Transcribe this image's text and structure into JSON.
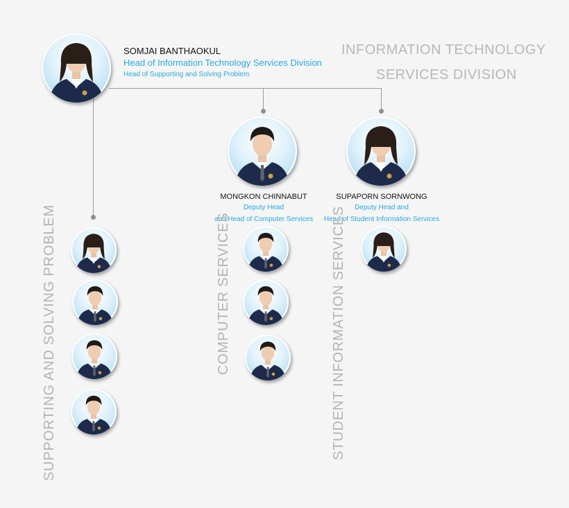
{
  "header": {
    "title_line1": "INFORMATION TECHNOLOGY",
    "title_line2": "SERVICES DIVISION"
  },
  "head": {
    "name": "SOMJAI BANTHAOKUL",
    "role1": "Head of Information Technology Services Division",
    "role2": "Head of Supporting and Solving Problem",
    "gender": "female"
  },
  "deputies": [
    {
      "name": "MONGKON CHINNABUT",
      "role1": "Deputy Head",
      "role2": "and Head of Computer Services",
      "gender": "male"
    },
    {
      "name": "SUPAPORN SORNWONG",
      "role1": "Deputy Head and",
      "role2": "Head of Student Information Services",
      "gender": "female"
    }
  ],
  "groups": [
    {
      "label": "SUPPORTING AND SOLVING PROBLEM",
      "members": [
        "female",
        "male",
        "male",
        "male"
      ]
    },
    {
      "label": "COMPUTER SERVICES",
      "members": [
        "male",
        "male",
        "male"
      ]
    },
    {
      "label": "STUDENT INFORMATION SERVICES",
      "members": [
        "female"
      ]
    }
  ],
  "colors": {
    "accent": "#2aa9dd",
    "line": "#9a9a9a",
    "muted_text": "#b8b8b8",
    "suit": "#1d2a4a"
  }
}
